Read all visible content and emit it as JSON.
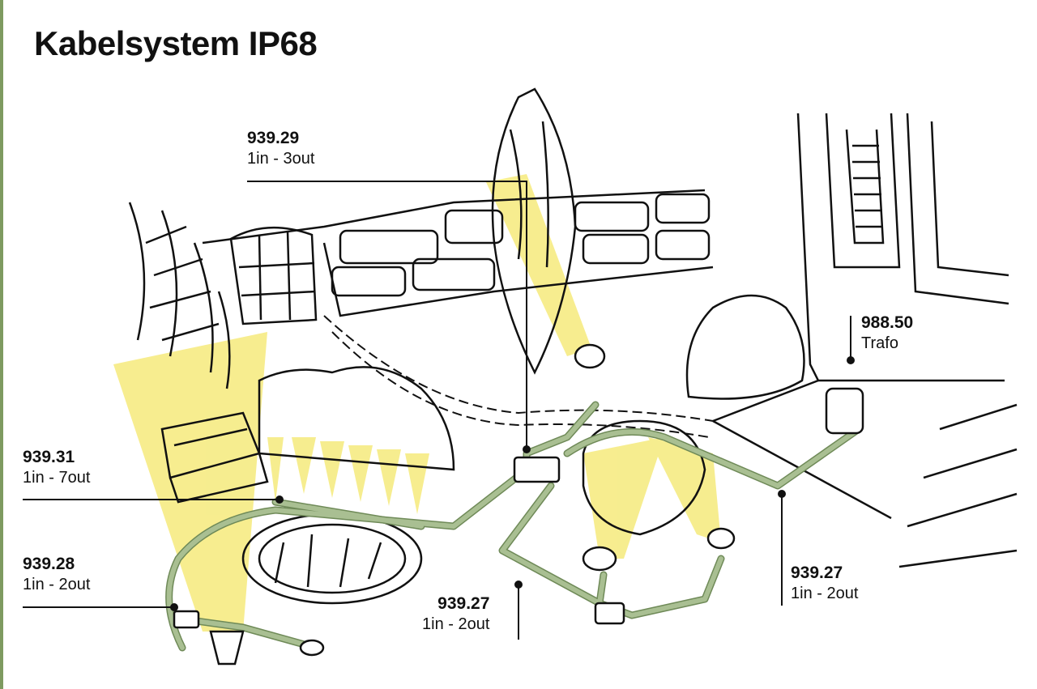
{
  "title": "Kabelsystem IP68",
  "colors": {
    "accent": "#7e9a60",
    "cable": "#a9bf92",
    "cable_edge": "#6f8a58",
    "light": "#f4e76a",
    "ink": "#111111"
  },
  "labels": [
    {
      "id": "93929",
      "code": "939.29",
      "desc": "1in - 3out"
    },
    {
      "id": "98850",
      "code": "988.50",
      "desc": "Trafo"
    },
    {
      "id": "93931",
      "code": "939.31",
      "desc": "1in - 7out"
    },
    {
      "id": "93928",
      "code": "939.28",
      "desc": "1in - 2out"
    },
    {
      "id": "93927a",
      "code": "939.27",
      "desc": "1in - 2out"
    },
    {
      "id": "93927b",
      "code": "939.27",
      "desc": "1in - 2out"
    }
  ]
}
